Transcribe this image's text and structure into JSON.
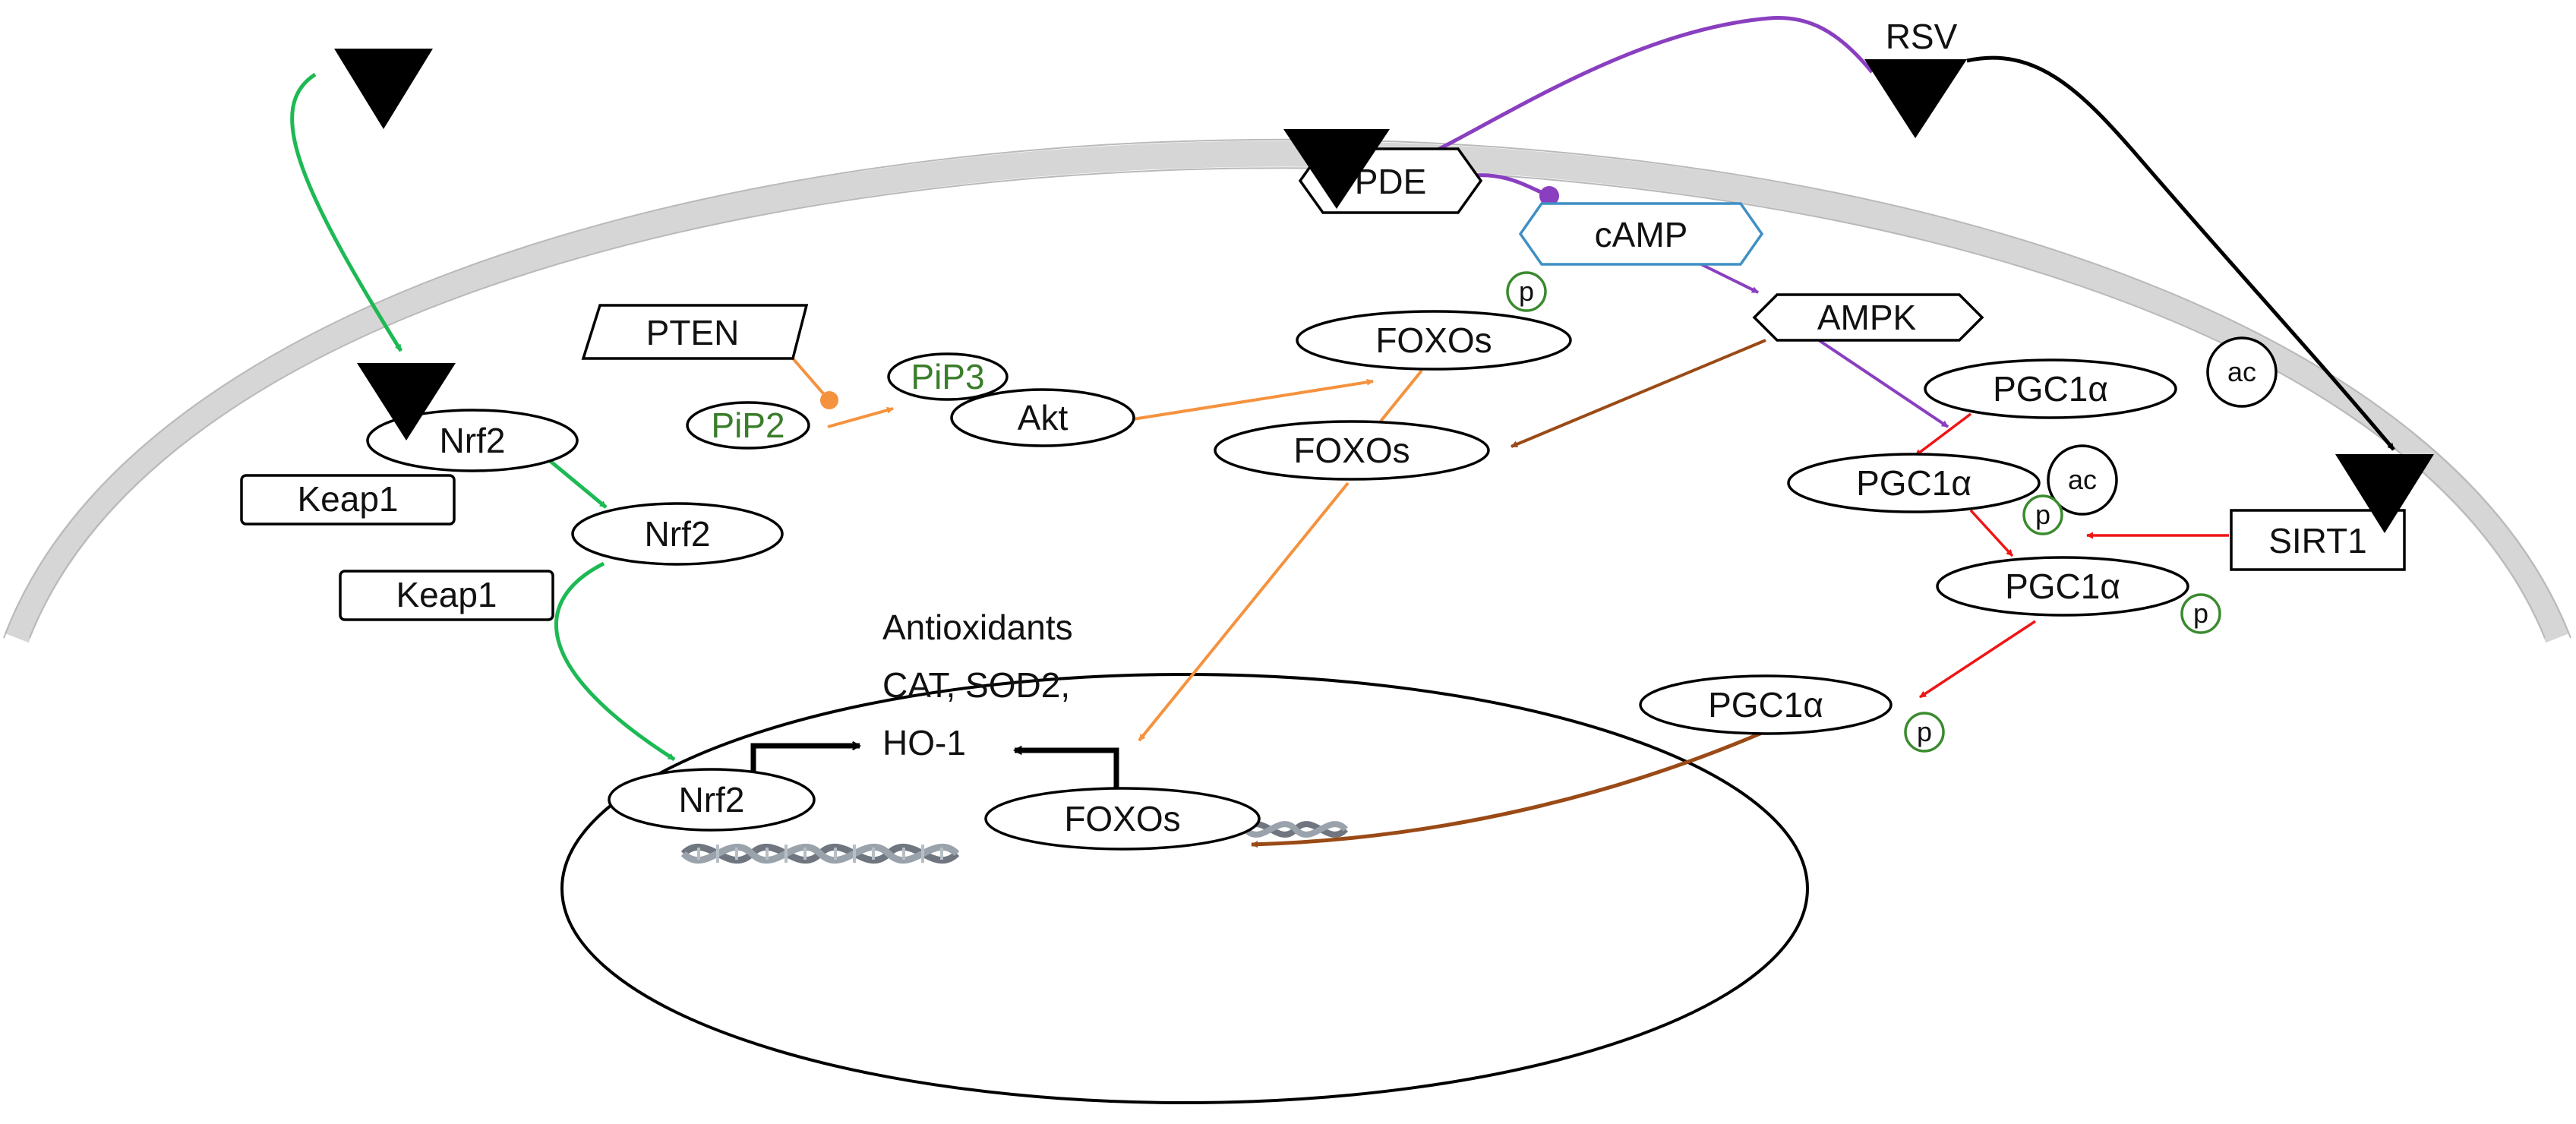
{
  "labels": {
    "rsv": "RSV",
    "pde": "PDE",
    "camp": "cAMP",
    "ampk": "AMPK",
    "pten": "PTEN",
    "pip3": "PiP3",
    "pip2": "PiP2",
    "akt": "Akt",
    "foxos": "FOXOs",
    "nrf2": "Nrf2",
    "keap1": "Keap1",
    "pgc1a": "PGC1α",
    "sirt1": "SIRT1",
    "ac": "ac",
    "p": "p",
    "antioxidants_line1": "Antioxidants",
    "antioxidants_line2": "CAT, SOD2,",
    "antioxidants_line3": "HO-1"
  },
  "colors": {
    "green_arrow": "#1db954",
    "orange_arrow": "#f5923e",
    "purple_arrow": "#8a3fc0",
    "brown_arrow": "#9a4a16",
    "red_arrow": "#f01515",
    "black_arrow": "#000000",
    "camp_border": "#3f8fc4",
    "membrane": "#d6d6d6",
    "phospho_ring": "#3a8a2e",
    "pip_text": "#3a7d2a"
  }
}
